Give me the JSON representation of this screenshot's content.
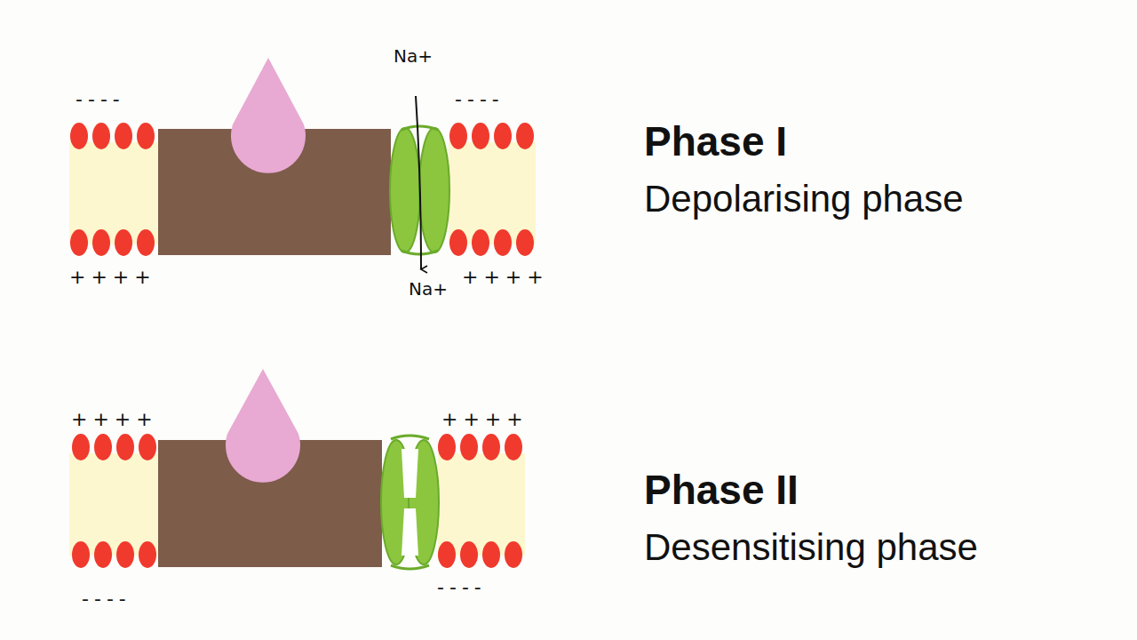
{
  "diagram": {
    "labels": [
      "----",
      "Na+",
      "----",
      "++++",
      "Na+",
      "++++",
      "Phase I",
      "Depolarising phase",
      "++++",
      "++++",
      "----",
      "----",
      "Phase II",
      "Desensitising phase"
    ]
  }
}
